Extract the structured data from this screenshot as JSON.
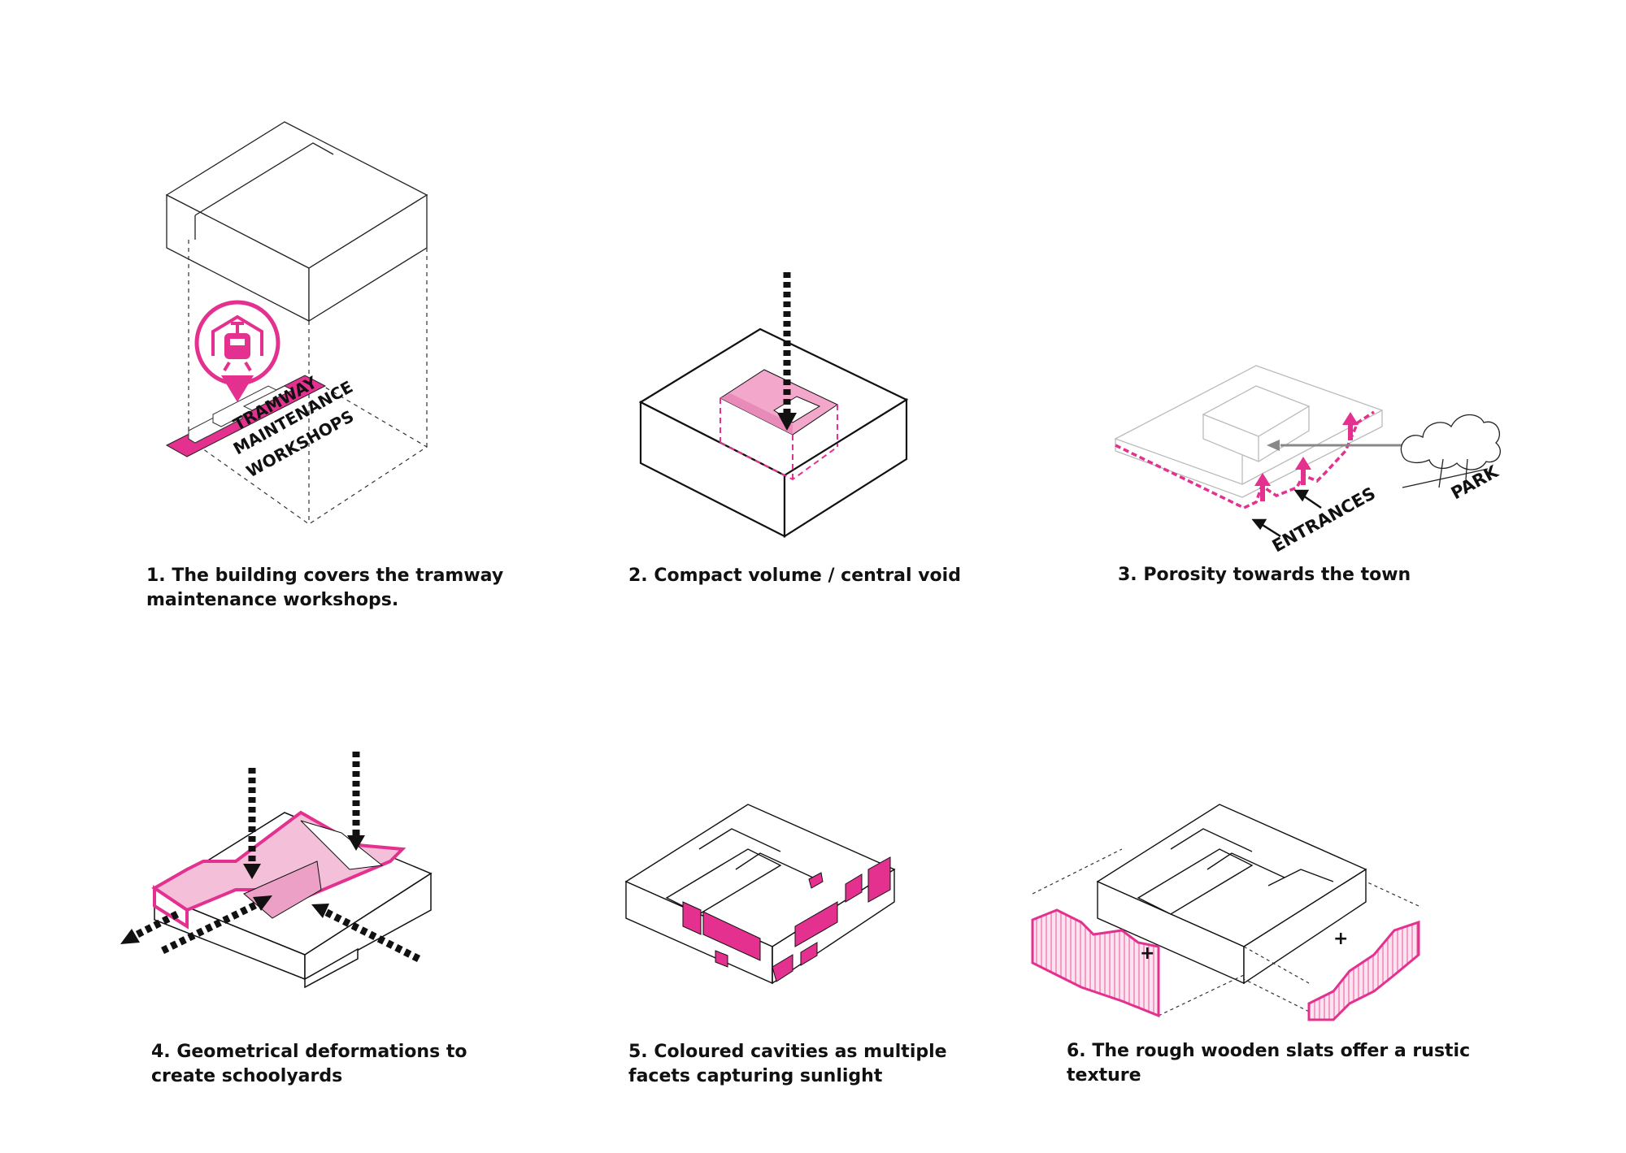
{
  "colors": {
    "accent": "#e4318f",
    "accent_light": "#f2b3d3",
    "accent_mid": "#ea6fae",
    "line": "#111111",
    "ghost": "#b8b8b8"
  },
  "panels": [
    {
      "id": "p1",
      "caption_lines": [
        "1. The building covers the tramway",
        "maintenance workshops."
      ],
      "labels": [
        "TRAMWAY",
        "MAINTENANCE",
        "WORKSHOPS"
      ],
      "icon": "tram-icon"
    },
    {
      "id": "p2",
      "caption_lines": [
        "2. Compact volume / central void"
      ]
    },
    {
      "id": "p3",
      "caption_lines": [
        "3. Porosity towards the town"
      ],
      "labels": {
        "park": "PARK",
        "entrances": "ENTRANCES"
      },
      "icon": "tree-icon"
    },
    {
      "id": "p4",
      "caption_lines": [
        "4. Geometrical deformations to",
        "create schoolyards"
      ]
    },
    {
      "id": "p5",
      "caption_lines": [
        "5. Coloured cavities as multiple",
        "facets capturing sunlight"
      ]
    },
    {
      "id": "p6",
      "caption_lines": [
        "6. The rough wooden slats offer a rustic",
        "texture"
      ],
      "labels": {
        "plus_a": "+",
        "plus_b": "+"
      }
    }
  ]
}
